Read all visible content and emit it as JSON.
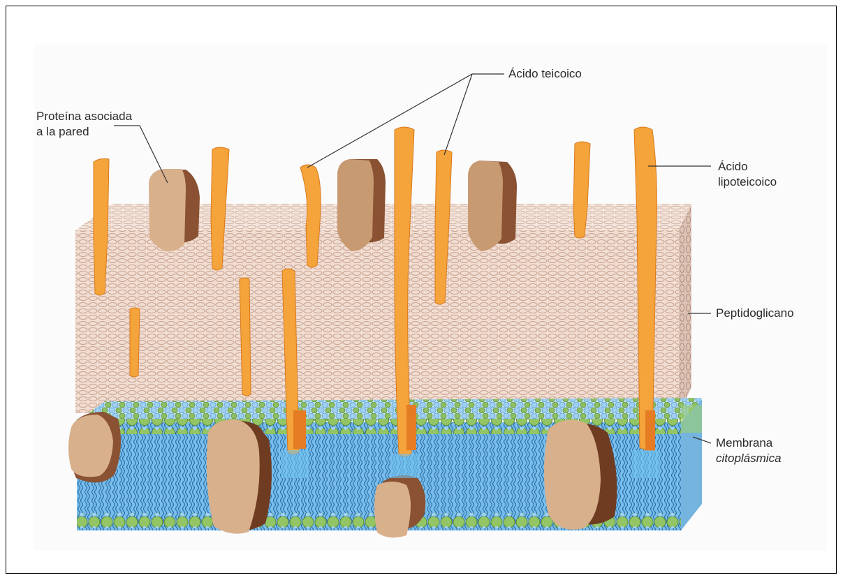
{
  "labels": {
    "wall_protein_line1": "Proteína asociada",
    "wall_protein_line2": "a la pared",
    "teichoic_acid": "Ácido teicoico",
    "lipoteichoic_line1": "Ácido",
    "lipoteichoic_line2": "lipoteicoico",
    "peptidoglycan": "Peptidoglicano",
    "membrane_line1": "Membrana",
    "membrane_line2": "citoplásmica"
  },
  "colors": {
    "teichoic": "#f4a43a",
    "teichoic_dark": "#d9781c",
    "protein_light": "#d9b08c",
    "protein_dark": "#8a5232",
    "peptidoglycan": "#e8cfc2",
    "membrane_blue": "#6fb5e6",
    "head_green": "#8cc063",
    "head_blue": "#9fd0f2"
  }
}
